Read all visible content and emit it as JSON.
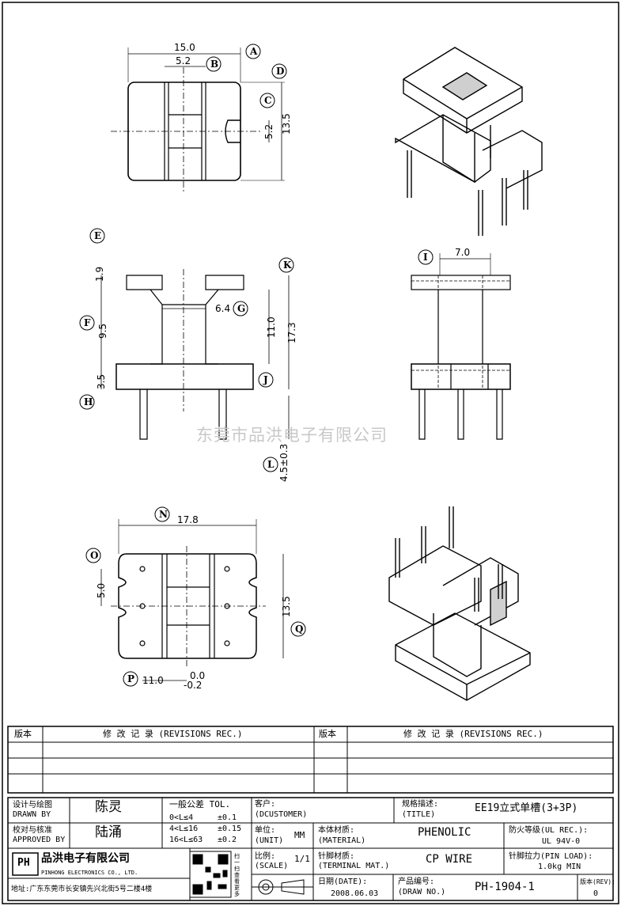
{
  "dimensions": {
    "top_view": {
      "width": "15.0",
      "slot": "5.2",
      "slot_h": "5.2",
      "height": "13.5"
    },
    "front_view": {
      "flange_top": "1.9",
      "core": "9.5",
      "base": "3.5",
      "inner": "6.4",
      "window": "11.0",
      "total": "17.3",
      "pin": "4.5±0.3"
    },
    "side_view": {
      "width": "7.0"
    },
    "bottom_view": {
      "width": "17.8",
      "pitch": "5.0",
      "height": "13.5",
      "pin_pos": "11.0",
      "tol_plus": "0.0",
      "tol_minus": "-0.2"
    }
  },
  "callouts": [
    "A",
    "B",
    "C",
    "D",
    "E",
    "F",
    "G",
    "H",
    "I",
    "J",
    "K",
    "L",
    "N",
    "O",
    "P",
    "Q"
  ],
  "watermark": "东莞市品洪电子有限公司",
  "revisions": {
    "col_version": "版本",
    "col_record": "修 改 记 录 (REVISIONS REC.)",
    "rows": 3
  },
  "title_block": {
    "designer_label": "设计与绘图",
    "designer_label_en": "DRAWN BY",
    "designer": "陈灵",
    "checker_label": "校对与核准",
    "checker_label_en": "APPROVED BY",
    "checker": "陆涌",
    "tol_label": "一般公差 TOL.",
    "tol_rows": [
      {
        "range": "0<L≤4",
        "val": "±0.1"
      },
      {
        "range": "4<L≤16",
        "val": "±0.15"
      },
      {
        "range": "16<L≤63",
        "val": "±0.2"
      }
    ],
    "customer_label": "客户:",
    "customer_label_en": "(DCUSTOMER)",
    "title_label": "规格描述:",
    "title_label_en": "(TITLE)",
    "title": "EE19立式单槽(3+3P)",
    "unit_label": "单位:",
    "unit_label_en": "(UNIT)",
    "unit": "MM",
    "material_label": "本体材质:",
    "material_label_en": "(MATERIAL)",
    "material": "PHENOLIC",
    "flame_label": "防火等级(UL REC.):",
    "flame": "UL 94V-0",
    "scale_label": "比例:",
    "scale_label_en": "(SCALE)",
    "scale": "1/1",
    "terminal_label": "针脚材质:",
    "terminal_label_en": "(TERMINAL MAT.)",
    "terminal": "CP WIRE",
    "pinload_label": "针脚拉力(PIN LOAD):",
    "pinload": "1.0kg MIN",
    "company": "品洪电子有限公司",
    "company_en": "PINHONG ELECTRONICS CO., LTD.",
    "address": "地址:广东东莞市长安镇先兴北街5号二楼4楼",
    "logo": "PH",
    "date_label": "日期(DATE):",
    "date": "2008.06.03",
    "drawno_label": "产品编号:",
    "drawno_label_en": "(DRAW NO.)",
    "drawno": "PH-1904-1",
    "rev_label": "版本(REV):",
    "rev": "0",
    "qr_note": "扫一扫查看更多"
  }
}
